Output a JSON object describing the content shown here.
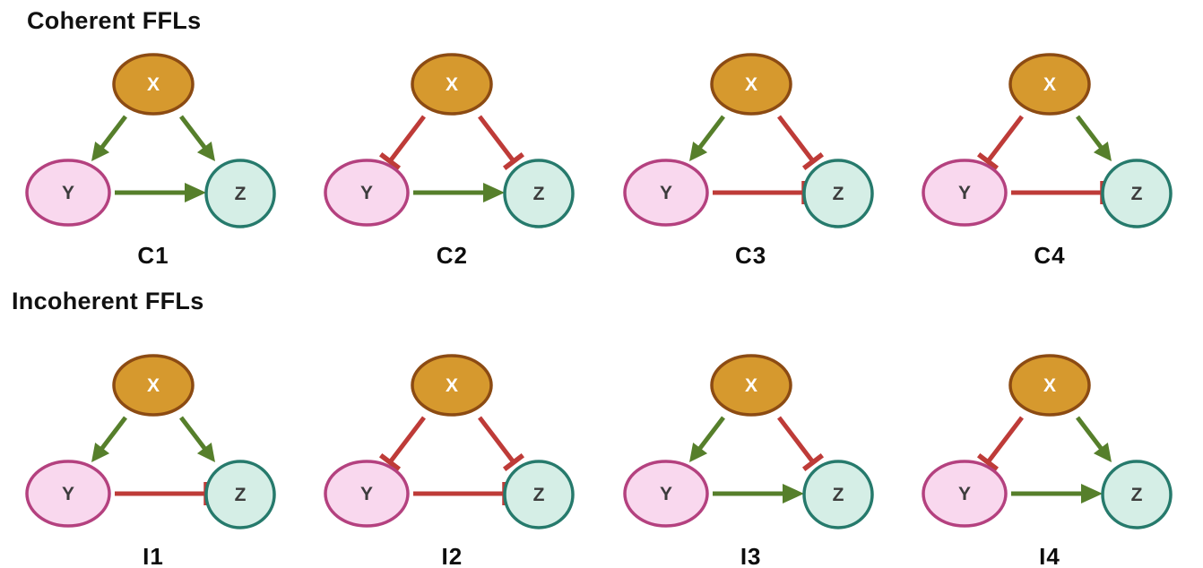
{
  "figure": {
    "background": "#ffffff",
    "description": "Eight feed-forward loop (FFL) network motifs arranged in two rows"
  },
  "sections": [
    {
      "heading": "Coherent FFLs",
      "panels": [
        {
          "label": "C1",
          "edges": {
            "xy": "activate",
            "xz": "activate",
            "yz": "activate"
          }
        },
        {
          "label": "C2",
          "edges": {
            "xy": "repress",
            "xz": "repress",
            "yz": "activate"
          }
        },
        {
          "label": "C3",
          "edges": {
            "xy": "activate",
            "xz": "repress",
            "yz": "repress"
          }
        },
        {
          "label": "C4",
          "edges": {
            "xy": "repress",
            "xz": "activate",
            "yz": "repress"
          }
        }
      ]
    },
    {
      "heading": "Incoherent FFLs",
      "panels": [
        {
          "label": "I1",
          "edges": {
            "xy": "activate",
            "xz": "activate",
            "yz": "repress"
          }
        },
        {
          "label": "I2",
          "edges": {
            "xy": "repress",
            "xz": "repress",
            "yz": "repress"
          }
        },
        {
          "label": "I3",
          "edges": {
            "xy": "activate",
            "xz": "repress",
            "yz": "activate"
          }
        },
        {
          "label": "I4",
          "edges": {
            "xy": "repress",
            "xz": "activate",
            "yz": "activate"
          }
        }
      ]
    }
  ],
  "nodes": [
    {
      "id": "X",
      "label": "X",
      "fill": "#D6992E",
      "stroke": "#8C4B13",
      "text_color": "#FFFFFF"
    },
    {
      "id": "Y",
      "label": "Y",
      "fill": "#F9D8EE",
      "stroke": "#B4417F",
      "text_color": "#3C3C3C"
    },
    {
      "id": "Z",
      "label": "Z",
      "fill": "#D5EEE6",
      "stroke": "#267A6C",
      "text_color": "#3C3C3C"
    }
  ],
  "edge_styles": {
    "activate": {
      "color": "#567F2B",
      "terminal": "arrowhead"
    },
    "repress": {
      "color": "#BE3B38",
      "terminal": "t-bar"
    }
  }
}
